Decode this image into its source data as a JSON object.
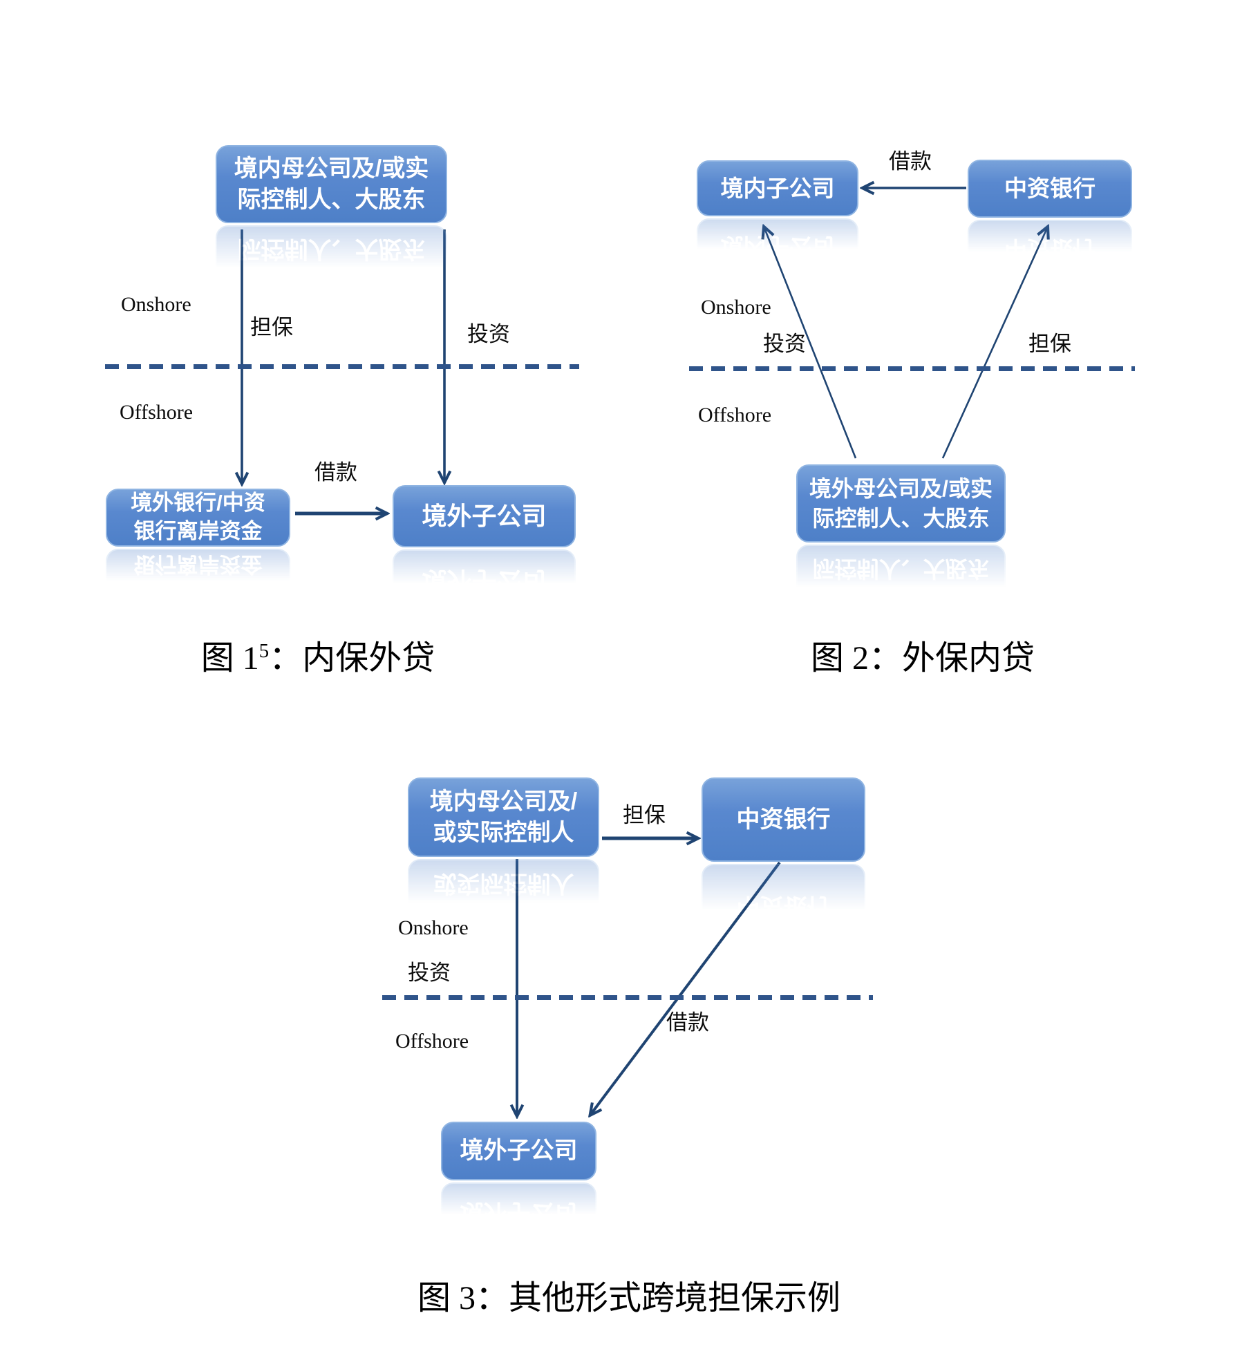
{
  "colors": {
    "node_fill": "#5586CD",
    "node_border": "#8FB4E2",
    "node_text": "#FFFFFF",
    "arrow": "#1F4472",
    "divider": "#2F548A",
    "label_text": "#0C0C0C"
  },
  "figure1": {
    "caption": {
      "prefix": "图 1",
      "sup": "5",
      "suffix": "：内保外贷"
    },
    "region": {
      "onshore": "Onshore",
      "offshore": "Offshore"
    },
    "nodes": {
      "domestic_parent": "境内母公司及/或实\n际控制人、大股东",
      "offshore_bank": "境外银行/中资\n银行离岸资金",
      "offshore_subsidiary": "境外子公司"
    },
    "edges": {
      "guarantee": "担保",
      "investment": "投资",
      "loan": "借款"
    }
  },
  "figure2": {
    "caption": "图 2：外保内贷",
    "region": {
      "onshore": "Onshore",
      "offshore": "Offshore"
    },
    "nodes": {
      "domestic_subsidiary": "境内子公司",
      "chinese_bank": "中资银行",
      "offshore_parent": "境外母公司及/或实\n际控制人、大股东"
    },
    "edges": {
      "loan": "借款",
      "investment": "投资",
      "guarantee": "担保"
    }
  },
  "figure3": {
    "caption": "图 3：其他形式跨境担保示例",
    "region": {
      "onshore": "Onshore",
      "offshore": "Offshore"
    },
    "nodes": {
      "domestic_parent": "境内母公司及/\n或实际控制人",
      "chinese_bank": "中资银行",
      "offshore_subsidiary": "境外子公司"
    },
    "edges": {
      "guarantee": "担保",
      "investment": "投资",
      "loan": "借款"
    }
  }
}
